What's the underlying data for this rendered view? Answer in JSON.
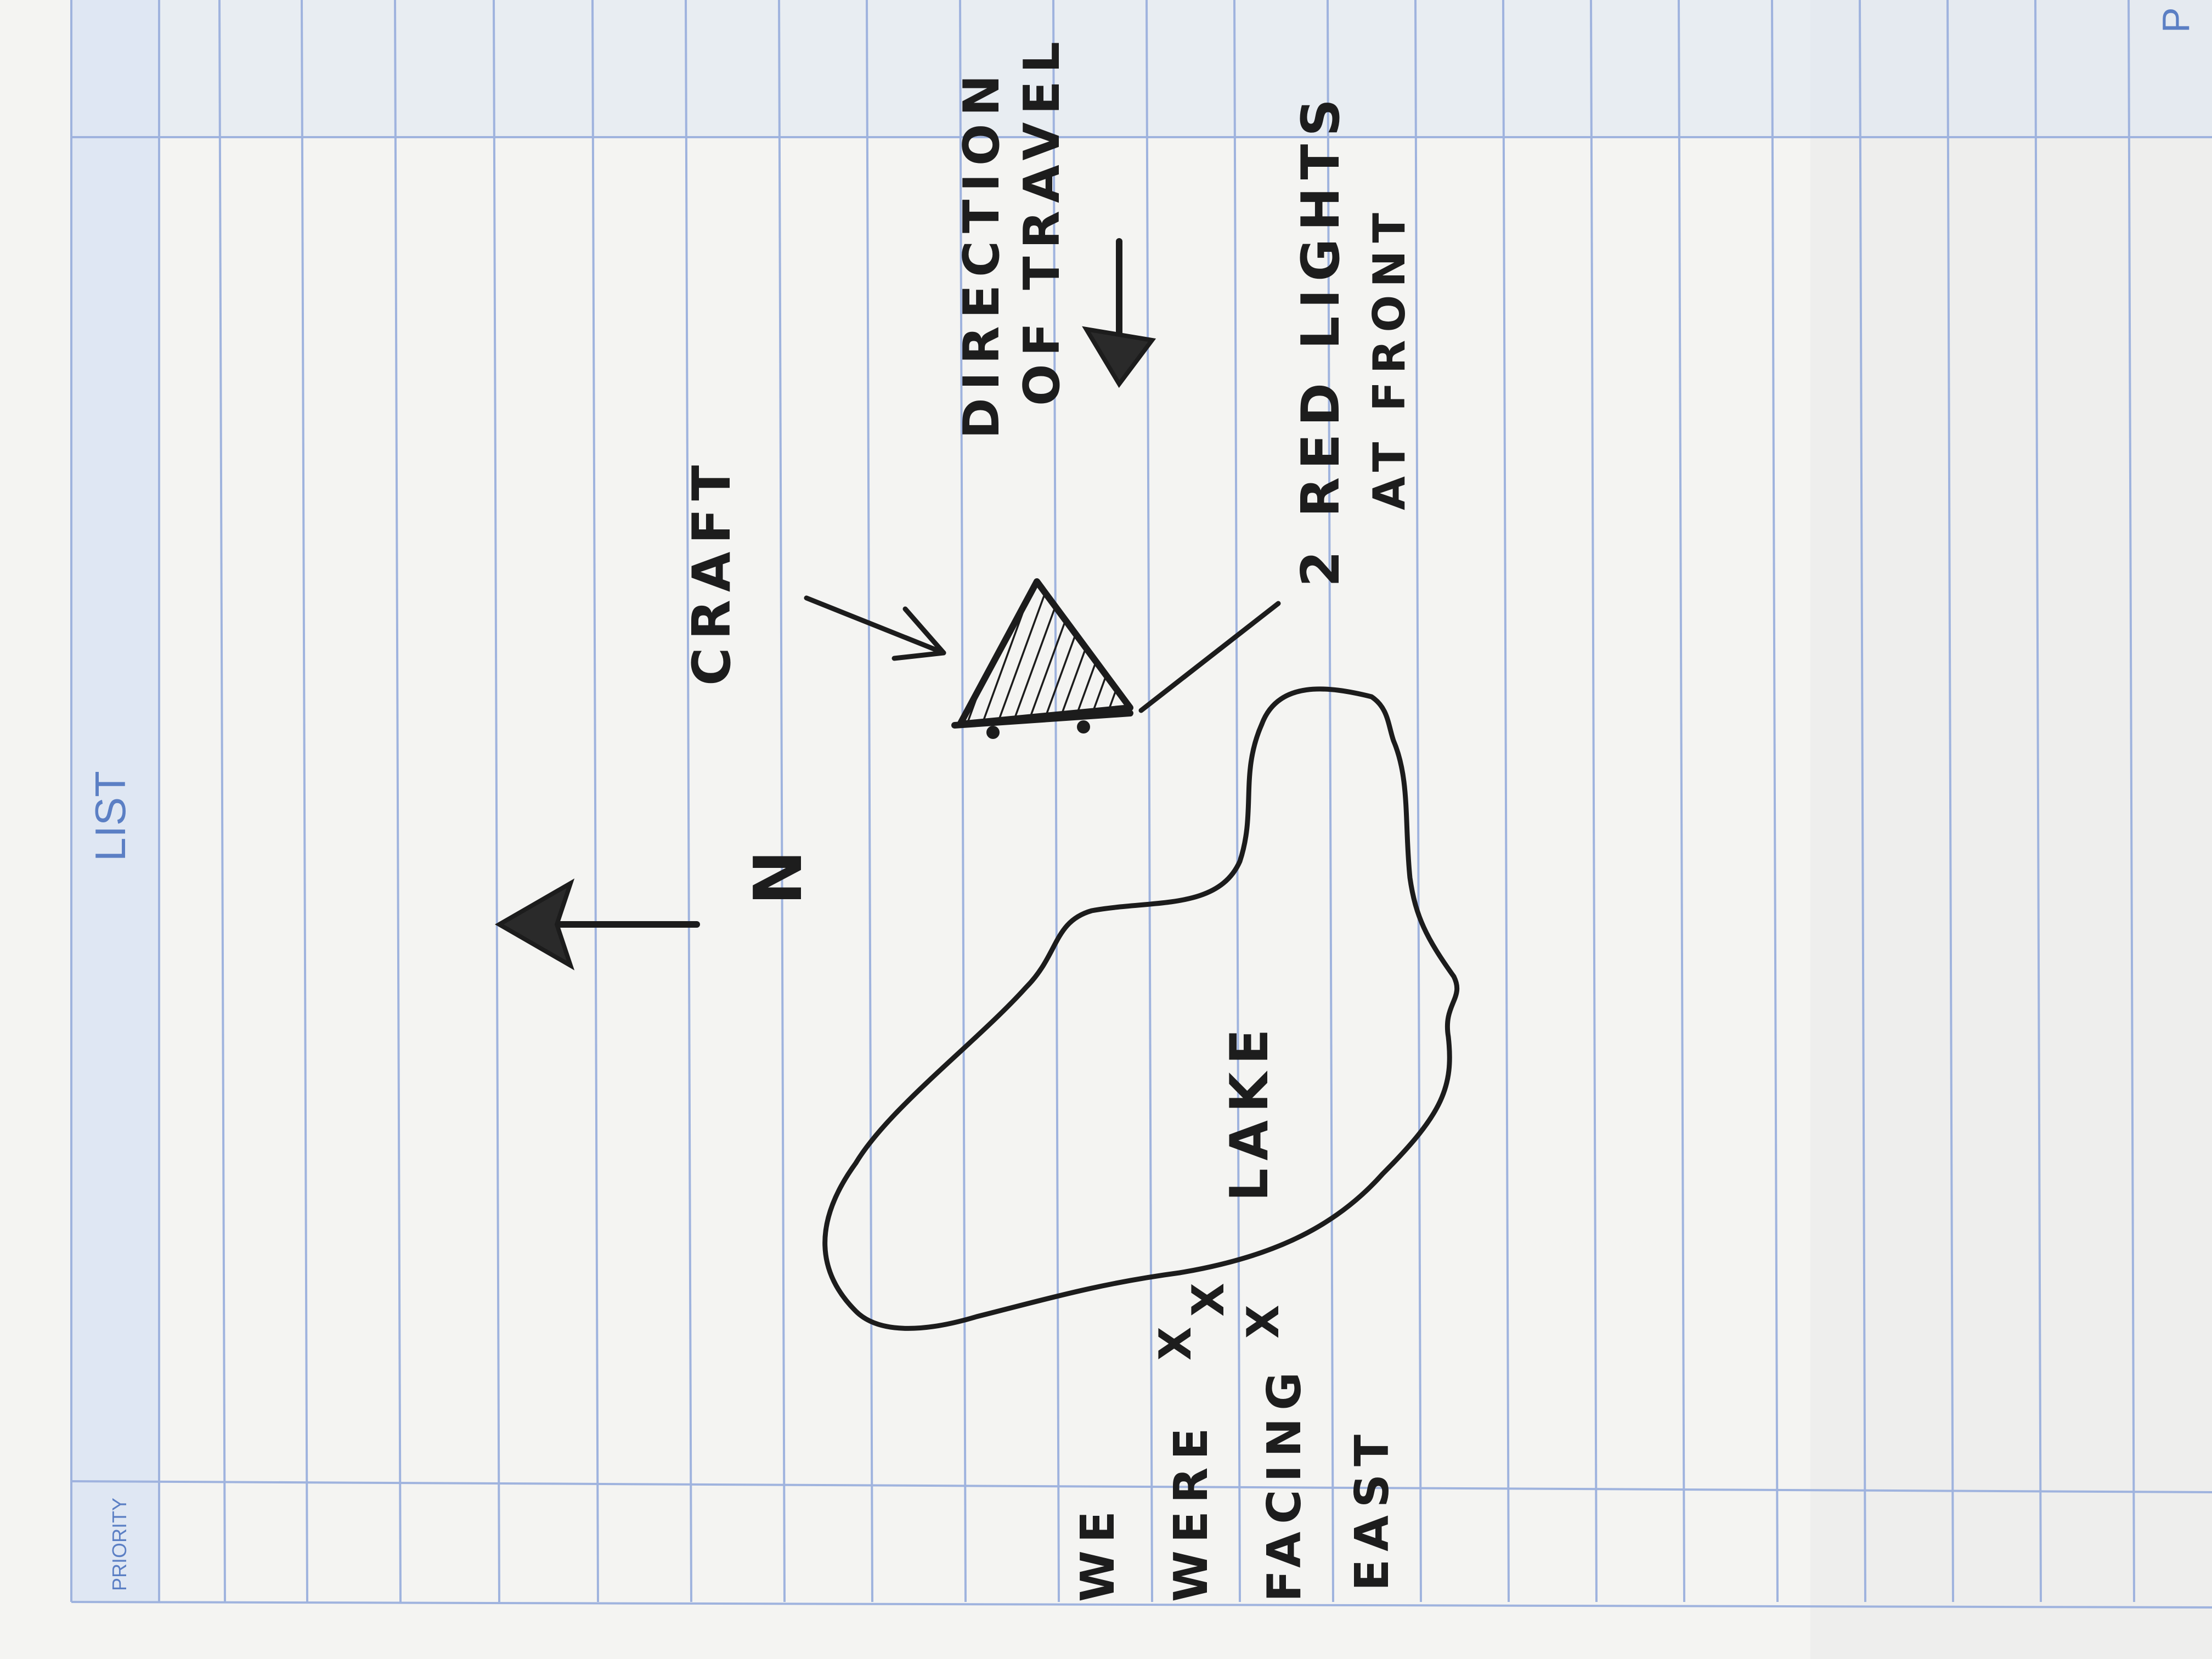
{
  "form": {
    "header_title": "LIST",
    "priority_label": "PRIORITY",
    "corner_label": "P"
  },
  "sketch": {
    "north_label": "N",
    "craft_label": "CRAFT",
    "direction_label_line1": "DIRECTION",
    "direction_label_line2": "OF TRAVEL",
    "lights_label_line1": "2 RED LIGHTS",
    "lights_label_line2": "AT FRONT",
    "lake_label": "LAKE",
    "observer_label_line1": "WE",
    "observer_label_line2": "WERE",
    "observer_label_line3": "FACING",
    "observer_label_line4": "EAST",
    "observer_marks": [
      "X",
      "X",
      "X"
    ]
  },
  "colors": {
    "paper": "#f4f4f2",
    "rule_line": "#9fb3de",
    "header_band": "#dfe7f3",
    "header_text": "#5b7fc4",
    "ink": "#1c1c1c"
  }
}
